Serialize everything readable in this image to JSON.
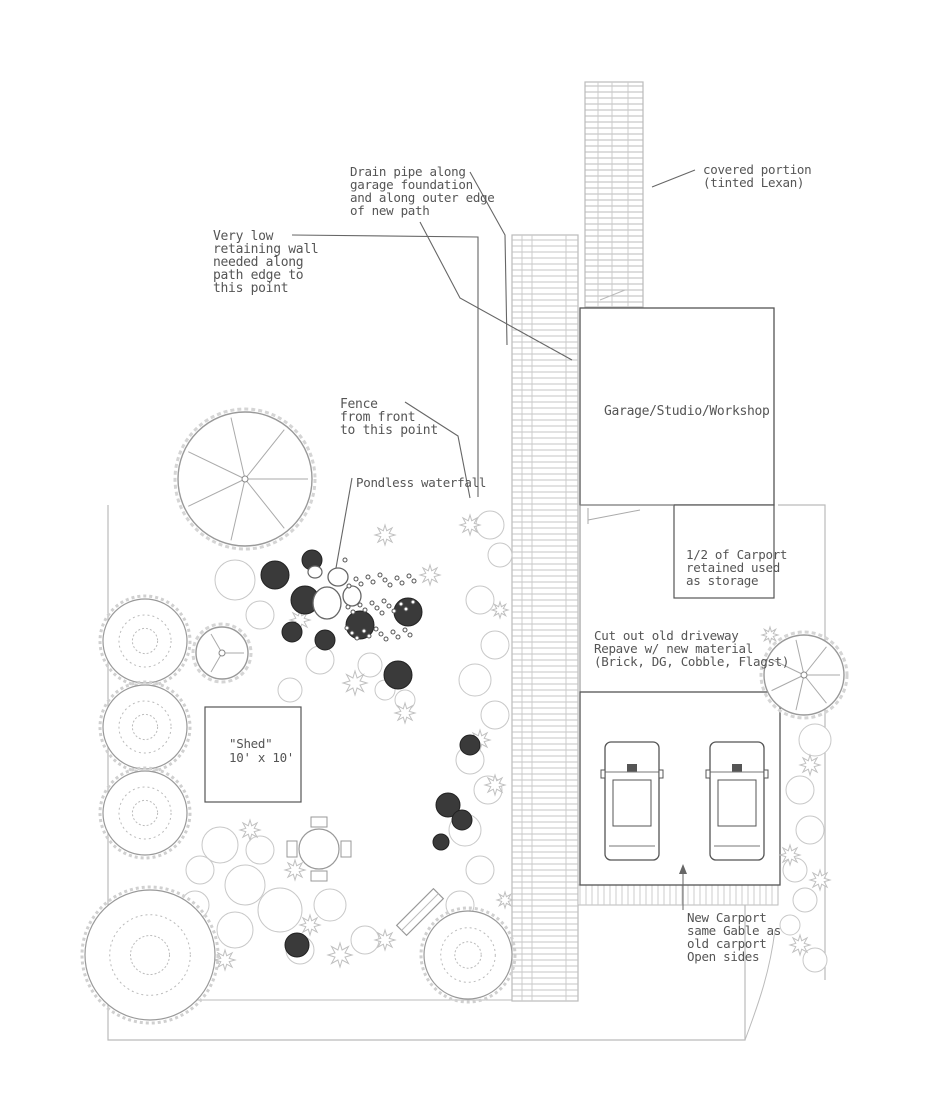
{
  "labels": {
    "drain_pipe": "Drain pipe along\ngarage foundation\nand along outer edge\nof new path",
    "covered": "covered portion\n(tinted Lexan)",
    "retaining": "Very low\nretaining wall\nneeded along\npath edge to\nthis point",
    "fence": "Fence\nfrom front\nto this point",
    "waterfall": "Pondless waterfall",
    "garage": "Garage/Studio/Workshop",
    "carport_half": "1/2 of Carport\nretained used\nas storage",
    "driveway": "Cut out old driveway\nRepave w/ new material\n(Brick, DG, Cobble, Flagst)",
    "shed_name": "\"Shed\"",
    "shed_size": "10' x 10'",
    "new_carport": "New Carport\nsame Gable as\nold carport\nOpen sides"
  },
  "colors": {
    "line": "#666666",
    "light": "#bbbbbb",
    "plant": "#c8c8c8",
    "dark": "#3a3a3a",
    "text": "#555555"
  }
}
